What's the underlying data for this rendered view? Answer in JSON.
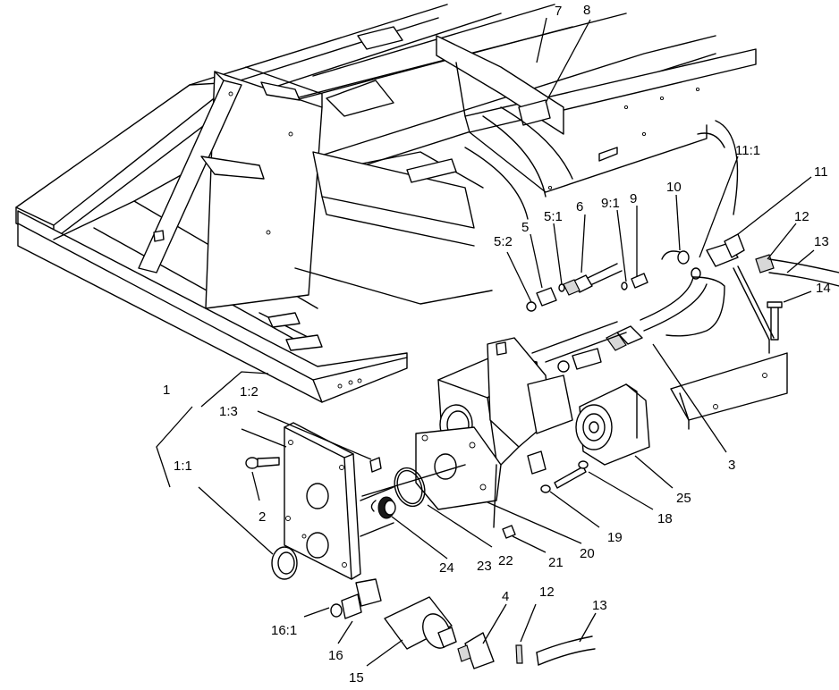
{
  "diagram": {
    "callouts": [
      {
        "id": "c7",
        "text": "7"
      },
      {
        "id": "c8",
        "text": "8"
      },
      {
        "id": "c11_1",
        "text": "11:1"
      },
      {
        "id": "c11",
        "text": "11"
      },
      {
        "id": "c10",
        "text": "10"
      },
      {
        "id": "c9_1",
        "text": "9:1"
      },
      {
        "id": "c9",
        "text": "9"
      },
      {
        "id": "c6",
        "text": "6"
      },
      {
        "id": "c5_1",
        "text": "5:1"
      },
      {
        "id": "c5",
        "text": "5"
      },
      {
        "id": "c5_2",
        "text": "5:2"
      },
      {
        "id": "c12a",
        "text": "12"
      },
      {
        "id": "c13a",
        "text": "13"
      },
      {
        "id": "c14",
        "text": "14"
      },
      {
        "id": "c3",
        "text": "3"
      },
      {
        "id": "c25",
        "text": "25"
      },
      {
        "id": "c18",
        "text": "18"
      },
      {
        "id": "c19",
        "text": "19"
      },
      {
        "id": "c20",
        "text": "20"
      },
      {
        "id": "c21",
        "text": "21"
      },
      {
        "id": "c22",
        "text": "22"
      },
      {
        "id": "c23",
        "text": "23"
      },
      {
        "id": "c24",
        "text": "24"
      },
      {
        "id": "c1",
        "text": "1"
      },
      {
        "id": "c1_2",
        "text": "1:2"
      },
      {
        "id": "c1_3",
        "text": "1:3"
      },
      {
        "id": "c1_1",
        "text": "1:1"
      },
      {
        "id": "c2",
        "text": "2"
      },
      {
        "id": "c16_1",
        "text": "16:1"
      },
      {
        "id": "c16",
        "text": "16"
      },
      {
        "id": "c15",
        "text": "15"
      },
      {
        "id": "c4",
        "text": "4"
      },
      {
        "id": "c12b",
        "text": "12"
      },
      {
        "id": "c13b",
        "text": "13"
      }
    ]
  }
}
